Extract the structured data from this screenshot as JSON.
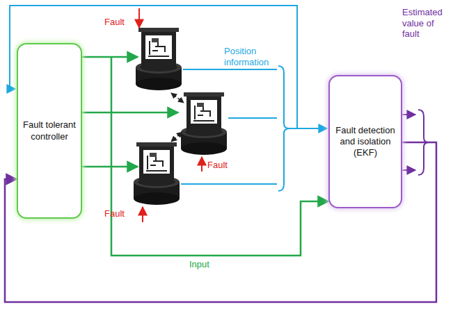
{
  "diagram": {
    "nodes": [
      {
        "text": [
          "Fault tolerant controller"
        ]
      },
      {
        "text": [
          "Fault detection and isolation (EKF)"
        ]
      }
    ],
    "edges": [
      {
        "from": 0,
        "to": 1,
        "arrow": "to",
        "label": "Input"
      },
      {
        "from": 1,
        "to": 0,
        "arrow": "to"
      }
    ],
    "labels": [
      "Fault",
      "Fault",
      "Fault",
      "Position information",
      "Estimated value of fault"
    ]
  }
}
